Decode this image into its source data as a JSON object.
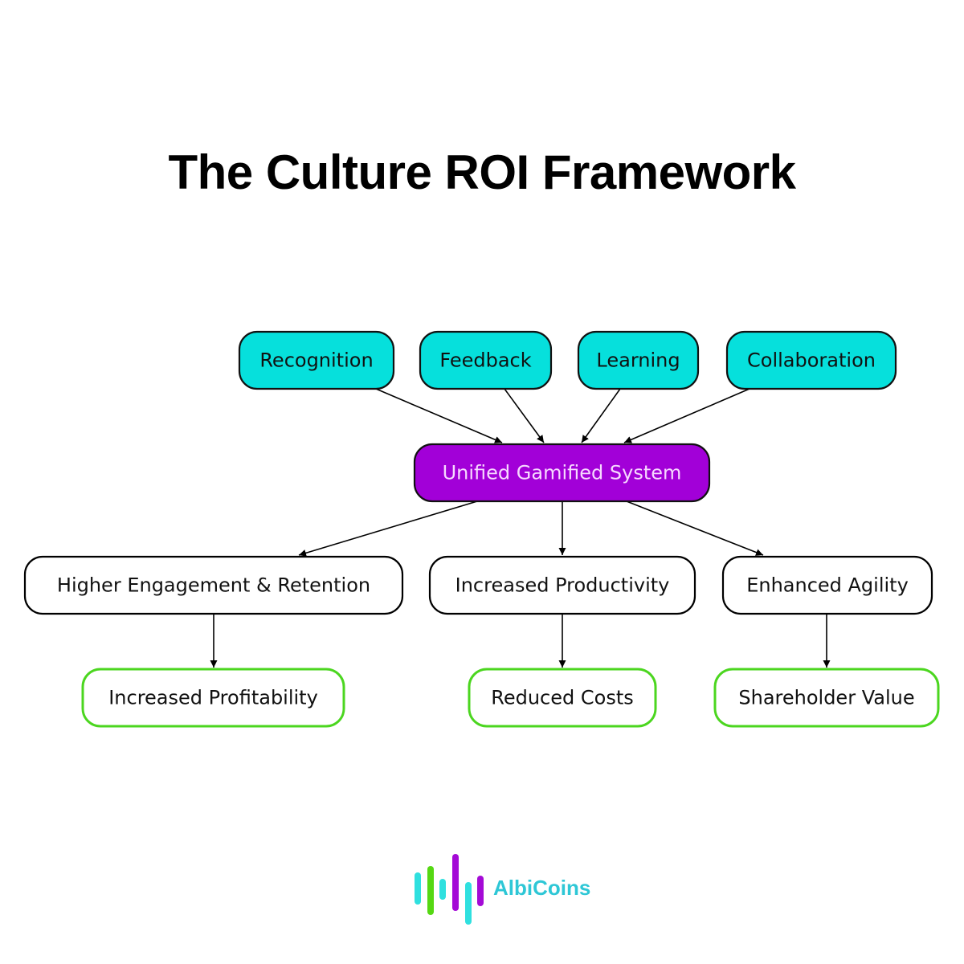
{
  "title": "The Culture ROI Framework",
  "colors": {
    "input_fill": "#06e0dc",
    "core_fill": "#a200d8",
    "core_text": "#f7d9ff",
    "effect_border": "#000000",
    "outcome_border": "#4bd61f",
    "edge": "#000000",
    "logo_cyan": "#2fe0df",
    "logo_green": "#55d813",
    "logo_purple": "#a40ad6",
    "logo_text": "#2ec7d6"
  },
  "nodes": [
    {
      "id": "recognition",
      "label": "Recognition",
      "kind": "input"
    },
    {
      "id": "feedback",
      "label": "Feedback",
      "kind": "input"
    },
    {
      "id": "learning",
      "label": "Learning",
      "kind": "input"
    },
    {
      "id": "collaboration",
      "label": "Collaboration",
      "kind": "input"
    },
    {
      "id": "unified",
      "label": "Unified Gamified System",
      "kind": "core"
    },
    {
      "id": "engagement",
      "label": "Higher Engagement & Retention",
      "kind": "effect"
    },
    {
      "id": "productivity",
      "label": "Increased Productivity",
      "kind": "effect"
    },
    {
      "id": "agility",
      "label": "Enhanced Agility",
      "kind": "effect"
    },
    {
      "id": "profitability",
      "label": "Increased Profitability",
      "kind": "outcome"
    },
    {
      "id": "costs",
      "label": "Reduced Costs",
      "kind": "outcome"
    },
    {
      "id": "shareholder",
      "label": "Shareholder Value",
      "kind": "outcome"
    }
  ],
  "edges": [
    {
      "from": "recognition",
      "to": "unified"
    },
    {
      "from": "feedback",
      "to": "unified"
    },
    {
      "from": "learning",
      "to": "unified"
    },
    {
      "from": "collaboration",
      "to": "unified"
    },
    {
      "from": "unified",
      "to": "engagement"
    },
    {
      "from": "unified",
      "to": "productivity"
    },
    {
      "from": "unified",
      "to": "agility"
    },
    {
      "from": "engagement",
      "to": "profitability"
    },
    {
      "from": "productivity",
      "to": "costs"
    },
    {
      "from": "agility",
      "to": "shareholder"
    }
  ],
  "logo": {
    "name": "AlbiCoins",
    "icon": "sound-wave-bars-icon",
    "bars": [
      "cyan",
      "green",
      "cyan",
      "purple",
      "cyan",
      "purple"
    ]
  }
}
